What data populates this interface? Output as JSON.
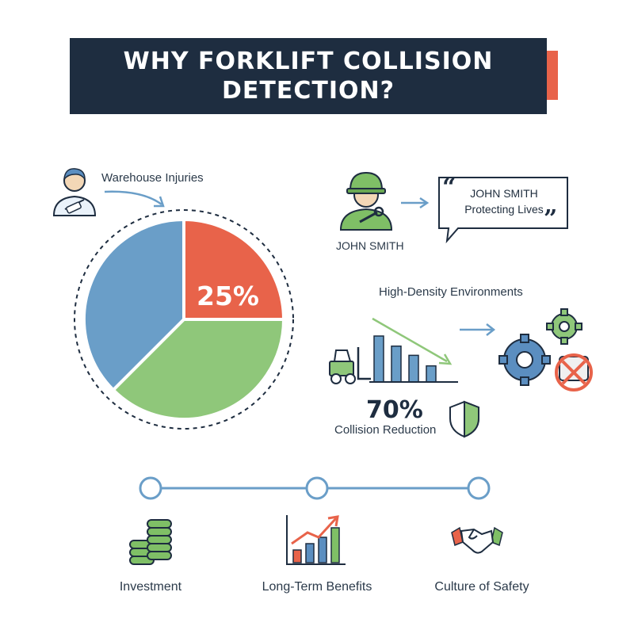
{
  "title": "WHY FORKLIFT COLLISION DETECTION?",
  "injury_section": {
    "label": "Warehouse Injuries",
    "icon": "injured-worker-icon",
    "highlight_percent_text": "25%",
    "chart_data": {
      "type": "pie",
      "slices": [
        {
          "share": 0.25,
          "color": "#e8634a"
        },
        {
          "share": 0.375,
          "color": "#8fc77a"
        },
        {
          "share": 0.375,
          "color": "#6a9ec8"
        }
      ]
    }
  },
  "testimonial": {
    "person_name": "JOHN SMITH",
    "person_icon": "hard-hat-worker-icon",
    "quote_name": "JOHN SMITH",
    "quote_text": "Protecting Lives"
  },
  "high_density": {
    "label": "High-Density Environments",
    "stat": "70%",
    "stat_label": "Collision Reduction",
    "icons": [
      "forklift-icon",
      "shield-icon",
      "gears-icon",
      "no-collision-icon"
    ],
    "chart_data": {
      "type": "bar",
      "values": [
        1.0,
        0.78,
        0.58,
        0.35
      ],
      "color": "#6a9ec8"
    }
  },
  "timeline": {
    "items": [
      {
        "label": "Investment",
        "icon": "coin-stack-icon"
      },
      {
        "label": "Long-Term Benefits",
        "icon": "growth-chart-icon"
      },
      {
        "label": "Culture of Safety",
        "icon": "handshake-icon"
      }
    ]
  },
  "colors": {
    "navy": "#1e2d40",
    "red": "#e8634a",
    "green": "#8fc77a",
    "blue": "#6a9ec8"
  }
}
